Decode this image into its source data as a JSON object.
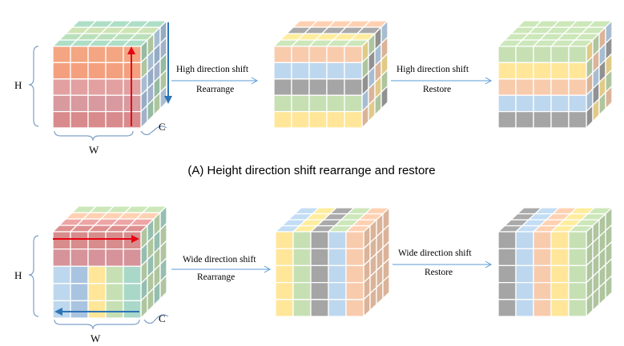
{
  "colors": {
    "gray": "#a5a5a5",
    "blue": "#bdd7ee",
    "yellow": "#ffe699",
    "peach": "#f8cbad",
    "green": "#c6e0b4",
    "teal": "#a9d8c8",
    "red_arrow": "#e30613",
    "blue_arrow": "#2e75b6",
    "connector": "#5b9bd5",
    "bracket": "#7f9fc8"
  },
  "sections": [
    {
      "id": "height",
      "caption": "(A) Height direction shift rearrange and restore",
      "cube1": {
        "h_label": "H",
        "w_label": "W",
        "c_label": "C",
        "front_rows": [
          "#f4a582",
          "#f4a07e",
          "#e2a0a0",
          "#d89a9e",
          "#d98a8c"
        ],
        "top_colors": [
          "#a8d8c0",
          "#b5d9b6",
          "#c9ddb0"
        ],
        "side_rows": [
          "#a9d5b8",
          "#c6e0b4",
          "#bdd7ee",
          "#a9c4e0",
          "#b8c9e4"
        ]
      },
      "shift_label": "High direction shift",
      "shift_sublabel": "Rearrange",
      "cube2": {
        "front_rows": [
          "#f8cbad",
          "#bdd7ee",
          "#a5a5a5",
          "#c6e0b4",
          "#ffe699"
        ],
        "top_colors": [
          "#c6e0b4",
          "#ffe699",
          "#a5a5a5",
          "#f8cbad",
          "#bdd7ee"
        ],
        "side_rows": [
          "#ffe699",
          "#c6e0b4",
          "#a5a5a5",
          "#bdd7ee",
          "#f8cbad"
        ]
      },
      "restore_label": "High direction shift",
      "restore_sublabel": "Restore",
      "cube3": {
        "front_rows": [
          "#c6e0b4",
          "#ffe699",
          "#f8cbad",
          "#bdd7ee",
          "#a5a5a5"
        ],
        "top_colors": [
          "#c6e0b4",
          "#c6e0b4",
          "#c6e0b4"
        ],
        "side_rows": [
          "#ffe699",
          "#c6e0b4",
          "#f8cbad",
          "#bdd7ee",
          "#a5a5a5"
        ]
      }
    },
    {
      "id": "width",
      "cube1": {
        "h_label": "H",
        "w_label": "W",
        "c_label": "C",
        "front_rows": [
          "#d88c8c",
          "#d6939a",
          "#f4a582",
          "#f4a582",
          "#e19e88"
        ],
        "front_bottom": [
          "#bdd7ee",
          "#a9c4e0",
          "#ffe699",
          "#c6e0b4",
          "#a9d8c8"
        ],
        "top_colors": [
          "#d88c8c",
          "#e6a0a0",
          "#f8cbad",
          "#c6e0b4"
        ],
        "side_rows": [
          "#c6e0b4",
          "#a9d8c8",
          "#c6e0b4",
          "#a9d8c8",
          "#c6e0b4"
        ]
      },
      "shift_label": "Wide direction shift",
      "shift_sublabel": "Rearrange",
      "cube2": {
        "front_cols": [
          "#ffe699",
          "#c6e0b4",
          "#a5a5a5",
          "#bdd7ee",
          "#f8cbad"
        ],
        "top_colors": [
          "#bdd7ee",
          "#ffe699",
          "#a5a5a5",
          "#c6e0b4",
          "#f8cbad"
        ],
        "side_rows": [
          "#f8cbad",
          "#f8cbad",
          "#f8cbad",
          "#f8cbad",
          "#f8cbad"
        ]
      },
      "restore_label": "Wide direction shift",
      "restore_sublabel": "Restore",
      "cube3": {
        "front_cols": [
          "#a5a5a5",
          "#bdd7ee",
          "#f8cbad",
          "#ffe699",
          "#c6e0b4"
        ],
        "top_colors": [
          "#a5a5a5",
          "#bdd7ee",
          "#f8cbad",
          "#ffe699",
          "#c6e0b4"
        ],
        "side_rows": [
          "#c6e0b4",
          "#c6e0b4",
          "#c6e0b4",
          "#c6e0b4",
          "#c6e0b4"
        ]
      }
    }
  ]
}
